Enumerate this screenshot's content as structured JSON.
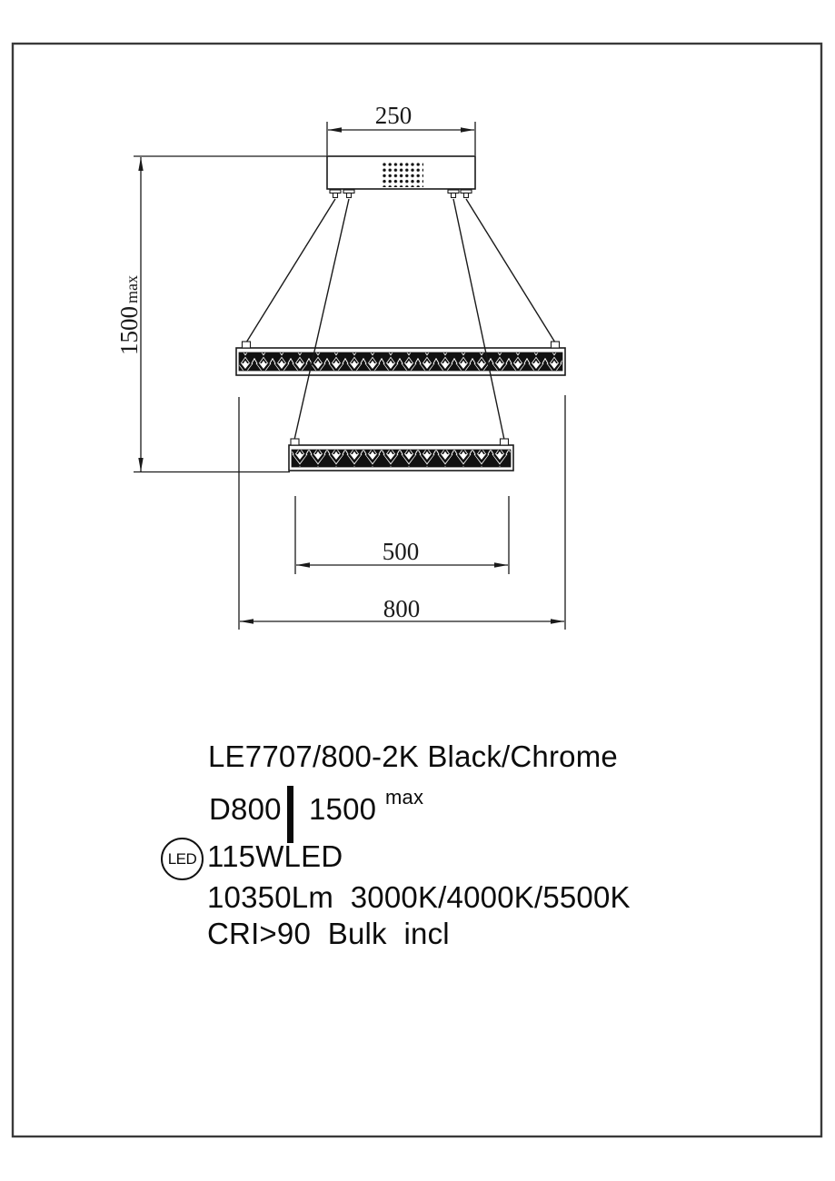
{
  "drawing": {
    "dim_canopy": "250",
    "dim_height_value": "1500",
    "dim_height_suffix": "max",
    "dim_inner_ring": "500",
    "dim_outer_ring": "800"
  },
  "specs": {
    "model": "LE7707/800-2K Black/Chrome",
    "diameter": "D800",
    "drop_value": "1500",
    "drop_suffix": "max",
    "led_badge": "LED",
    "wattage": "115WLED",
    "lumens": "10350Lm  3000K/4000K/5500K",
    "cri": "CRI>90  Bulk  incl"
  },
  "colors": {
    "line": "#1a1a1a",
    "frame": "#3a3a3a",
    "pattern_dark": "#111111"
  }
}
